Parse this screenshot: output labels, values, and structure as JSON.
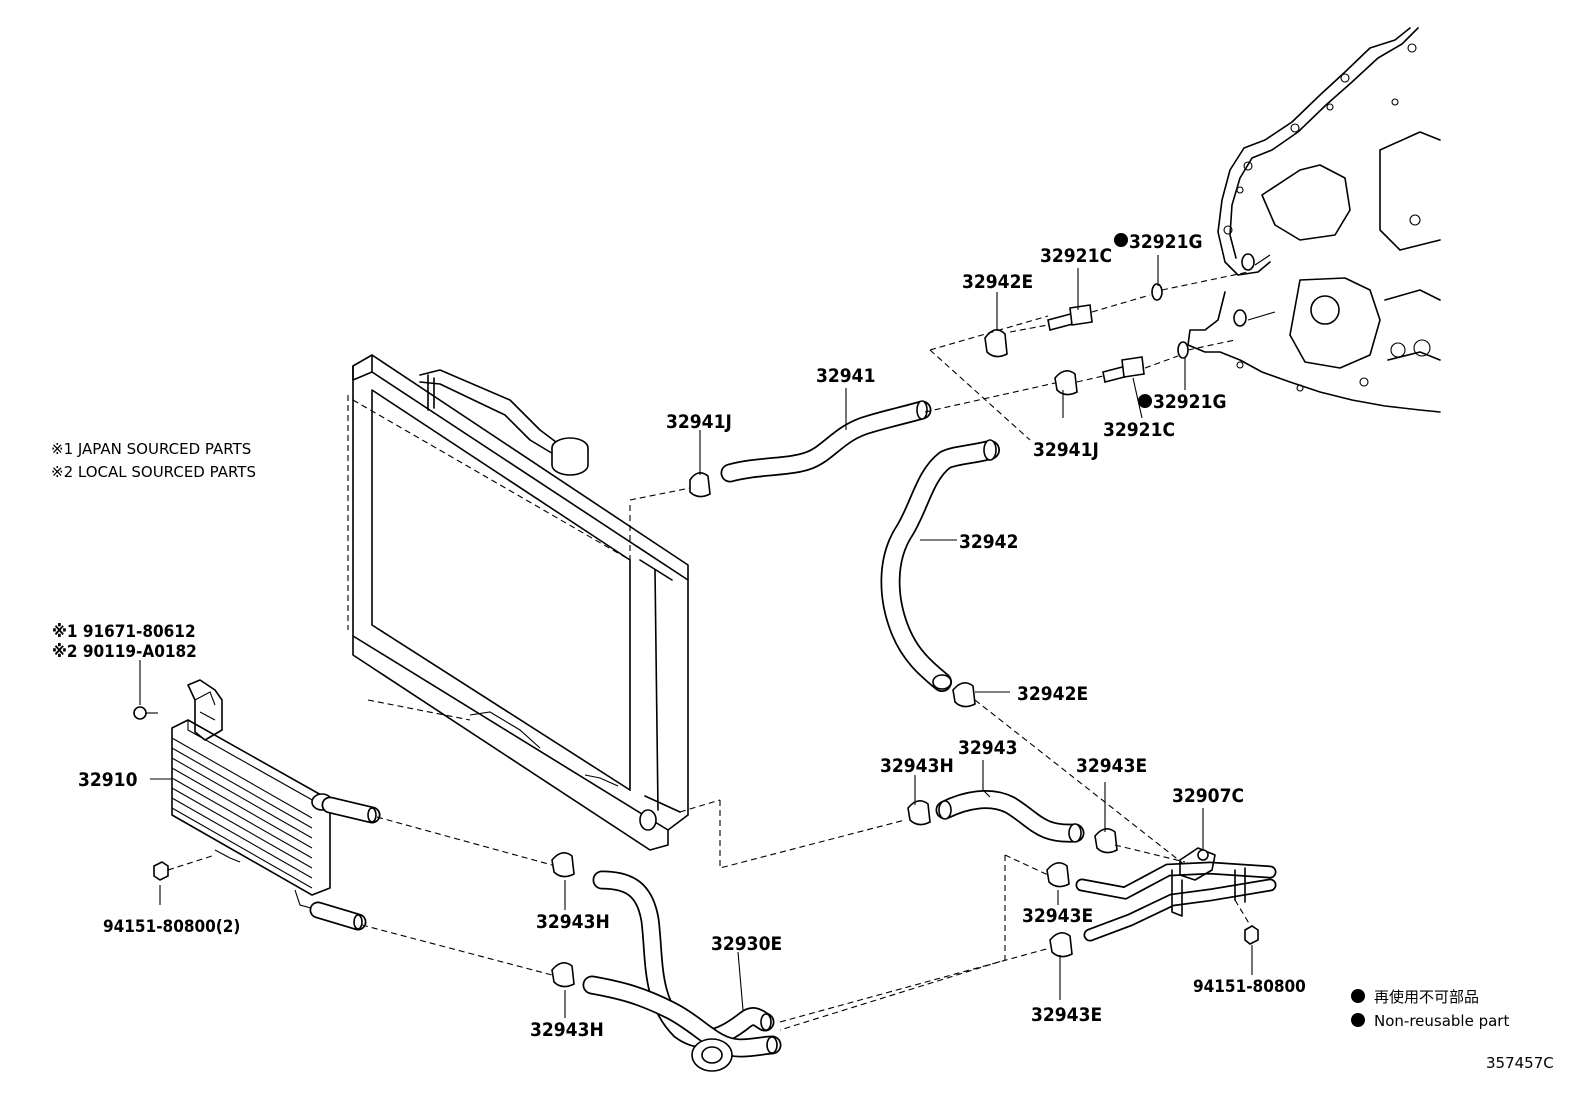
{
  "notes": {
    "japan": "※1 JAPAN SOURCED PARTS",
    "local": "※2 LOCAL SOURCED PARTS",
    "bolt_1": "※1 91671-80612",
    "bolt_2": "※2 90119-A0182"
  },
  "labels": {
    "p32921C_top": "32921C",
    "p32921G_top": "32921G",
    "p32942E_top": "32942E",
    "p32941": "32941",
    "p32941J_left": "32941J",
    "p32941J_right": "32941J",
    "p32921G_bottom": "32921G",
    "p32921C_bottom": "32921C",
    "p32942": "32942",
    "p32942E_mid": "32942E",
    "p32910": "32910",
    "p32943": "32943",
    "p32943H_mid": "32943H",
    "p32943E_mid": "32943E",
    "p32907C": "32907C",
    "p94151_left": "94151-80800(2)",
    "p32943H_left": "32943H",
    "p32943E_right": "32943E",
    "p32930E": "32930E",
    "p32943H_bottom": "32943H",
    "p32943E_bottom": "32943E",
    "p94151_right": "94151-80800"
  },
  "legend": {
    "jp": "再使用不可部品",
    "en": "Non-reusable part"
  },
  "figure_id": "357457C"
}
